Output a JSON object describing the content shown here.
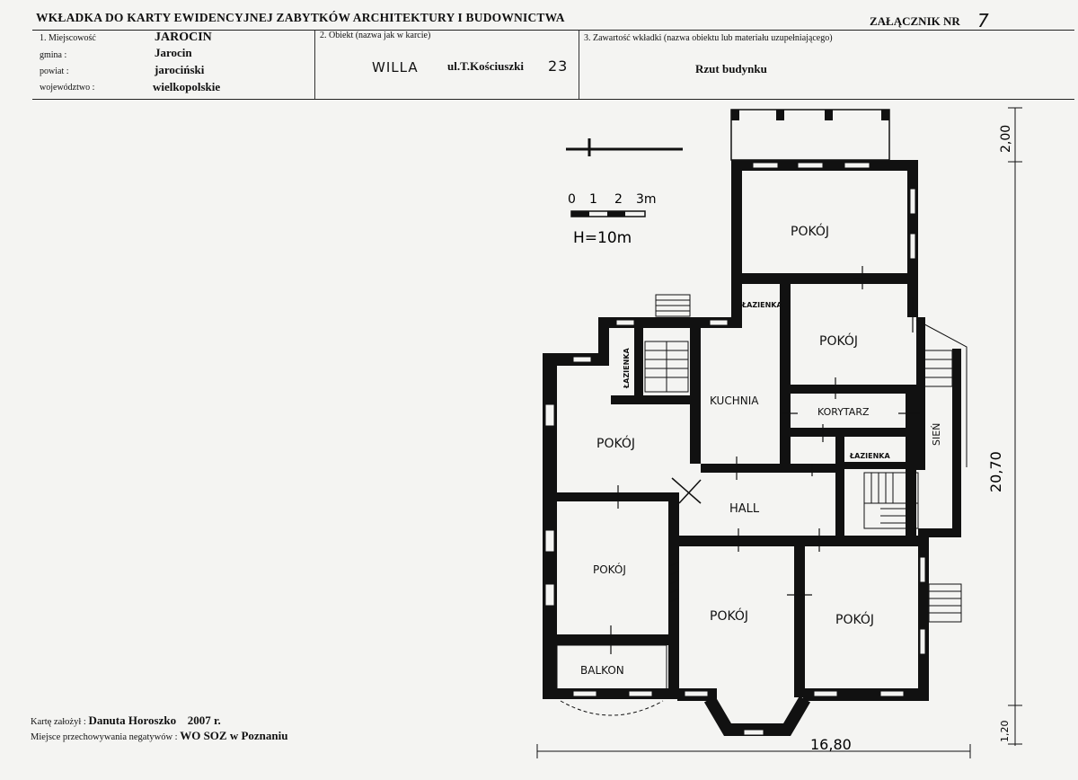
{
  "header": {
    "title": "WKŁADKA DO KARTY EWIDENCYJNEJ ZABYTKÓW ARCHITEKTURY I BUDOWNICTWA",
    "attachment_label": "ZAŁĄCZNIK NR",
    "attachment_number": "7"
  },
  "fields": {
    "locality_label": "1. Miejscowość",
    "locality_value": "JAROCIN",
    "gmina_label": "gmina :",
    "gmina_value": "Jarocin",
    "powiat_label": "powiat :",
    "powiat_value": "jarociński",
    "wojewodztwo_label": "województwo :",
    "wojewodztwo_value": "wielkopolskie",
    "object_label": "2. Obiekt (nazwa jak w karcie)",
    "object_name": "WILLA",
    "object_address": "ul.T.Kościuszki",
    "object_number": "23",
    "content_label": "3. Zawartość wkładki (nazwa obiektu lub materiału uzupełniającego)",
    "content_value": "Rzut budynku"
  },
  "plan": {
    "scale_labels": [
      "0",
      "1",
      "2",
      "3m"
    ],
    "height_note": "H=10m",
    "dim_width": "16,80",
    "dim_height": "20,70",
    "dim_top": "2,00",
    "dim_bottom": "1,20",
    "rooms": {
      "pokoj_top": "POKÓJ",
      "pokoj_upper_right": "POKÓJ",
      "pokoj_left": "POKÓJ",
      "pokoj_lower_left": "POKÓJ",
      "pokoj_bottom_center": "POKÓJ",
      "pokoj_bottom_right": "POKÓJ",
      "kuchnia": "KUCHNIA",
      "korytarz": "KORYTARZ",
      "sien": "SIEŃ",
      "hall": "HALL",
      "balkon": "BALKON",
      "lazienka_top": "ŁAZIENKA",
      "lazienka_left": "ŁAZIENKA",
      "lazienka_mid": "ŁAZIENKA"
    }
  },
  "footer": {
    "author_label": "Kartę założył :",
    "author_value": "Danuta Horoszko",
    "year": "2007 r.",
    "negatives_label": "Miejsce przechowywania negatywów :",
    "negatives_value": "WO SOZ w Poznaniu"
  }
}
